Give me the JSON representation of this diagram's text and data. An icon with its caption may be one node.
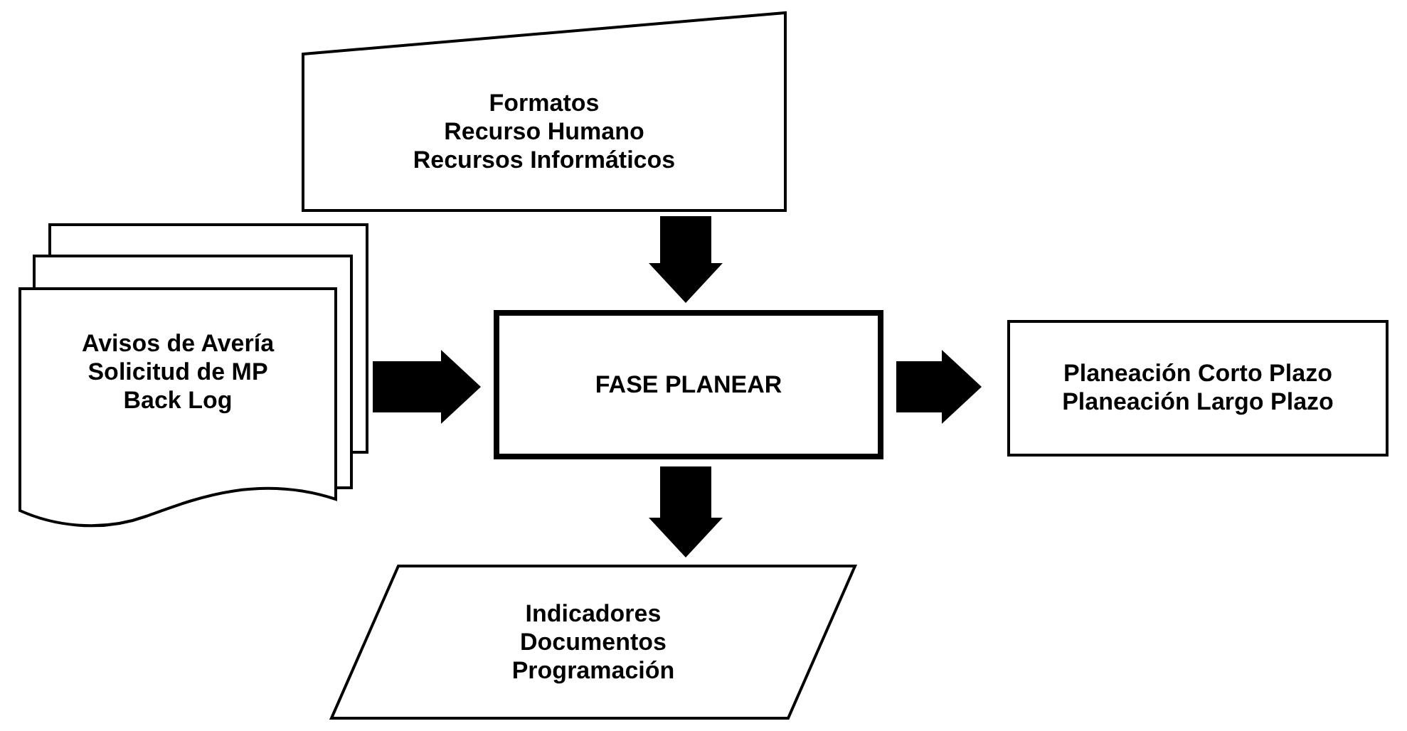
{
  "diagram": {
    "nodes": [
      {
        "text": [
          "Formatos",
          "Recurso Humano",
          "Recursos Informáticos"
        ]
      },
      {
        "text": [
          "Avisos de Avería",
          "Solicitud de MP",
          "Back Log"
        ]
      },
      {
        "text": [
          "FASE PLANEAR"
        ]
      },
      {
        "text": [
          "Planeación Corto Plazo",
          "Planeación Largo Plazo"
        ]
      },
      {
        "text": [
          "Indicadores",
          "Documentos",
          "Programación"
        ]
      }
    ],
    "edges": [
      {
        "from": 0,
        "to": 2,
        "arrow": "to"
      },
      {
        "from": 1,
        "to": 2,
        "arrow": "to"
      },
      {
        "from": 2,
        "to": 3,
        "arrow": "to"
      },
      {
        "from": 2,
        "to": 4,
        "arrow": "to"
      }
    ]
  }
}
